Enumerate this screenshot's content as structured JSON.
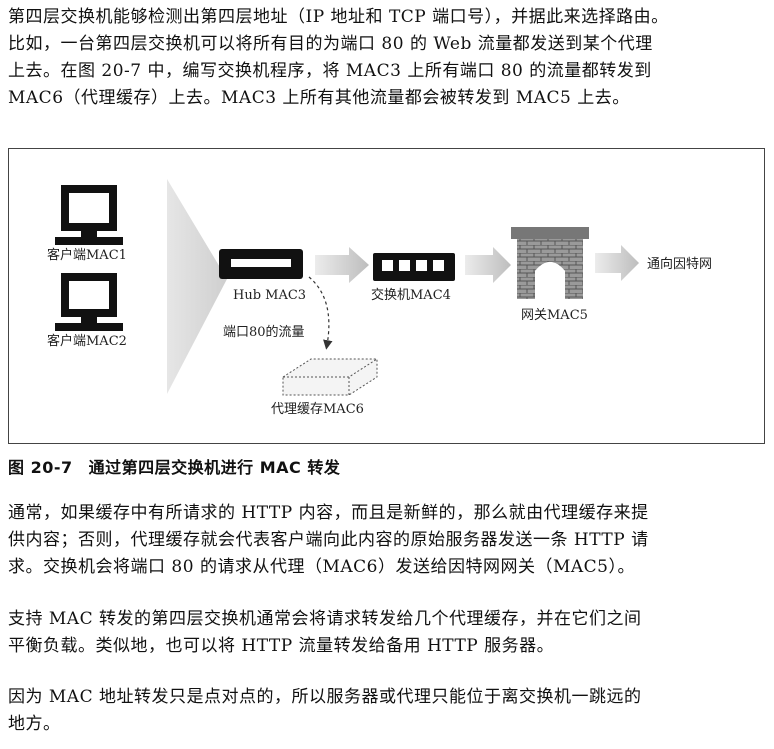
{
  "intro_lines": [
    "第四层交换机能够检测出第四层地址（IP 地址和 TCP 端口号），并据此来选择路由。",
    "比如，一台第四层交换机可以将所有目的为端口 80 的 Web 流量都发送到某个代理",
    "上去。在图 20-7 中，编写交换机程序，将 MAC3 上所有端口 80 的流量都转发到",
    "MAC6（代理缓存）上去。MAC3 上所有其他流量都会被转发到 MAC5 上去。"
  ],
  "diagram": {
    "client1": "客户端MAC1",
    "client2": "客户端MAC2",
    "hub": "Hub MAC3",
    "switch": "交换机MAC4",
    "gateway": "网关MAC5",
    "internet": "通向因特网",
    "port80": "端口80的流量",
    "proxy": "代理缓存MAC6"
  },
  "caption": {
    "number": "图 20-7",
    "title": "通过第四层交换机进行 MAC 转发"
  },
  "paragraphs": [
    [
      "通常，如果缓存中有所请求的 HTTP 内容，而且是新鲜的，那么就由代理缓存来提",
      "供内容；否则，代理缓存就会代表客户端向此内容的原始服务器发送一条 HTTP 请",
      "求。交换机会将端口 80 的请求从代理（MAC6）发送给因特网网关（MAC5）。"
    ],
    [
      "支持 MAC 转发的第四层交换机通常会将请求转发给几个代理缓存，并在它们之间",
      "平衡负载。类似地，也可以将 HTTP 流量转发给备用 HTTP 服务器。"
    ],
    [
      "因为 MAC 地址转发只是点对点的，所以服务器或代理只能位于离交换机一跳远的",
      "地方。"
    ]
  ]
}
